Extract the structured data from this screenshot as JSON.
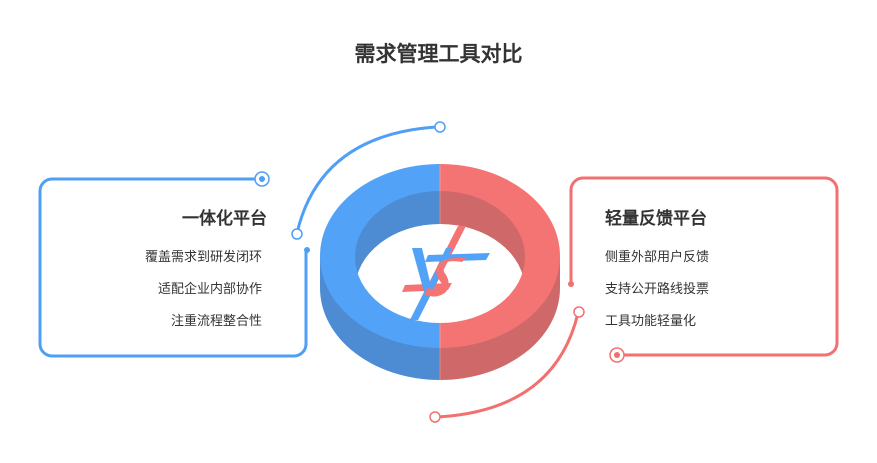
{
  "title": "需求管理工具对比",
  "left": {
    "title": "一体化平台",
    "items": [
      "覆盖需求到研发闭环",
      "适配企业内部协作",
      "注重流程整合性"
    ],
    "color": "#4f9ff5"
  },
  "right": {
    "title": "轻量反馈平台",
    "items": [
      "侧重外部用户反馈",
      "支持公开路线投票",
      "工具功能轻量化"
    ],
    "color": "#f27070"
  },
  "center": {
    "label": "VS"
  }
}
